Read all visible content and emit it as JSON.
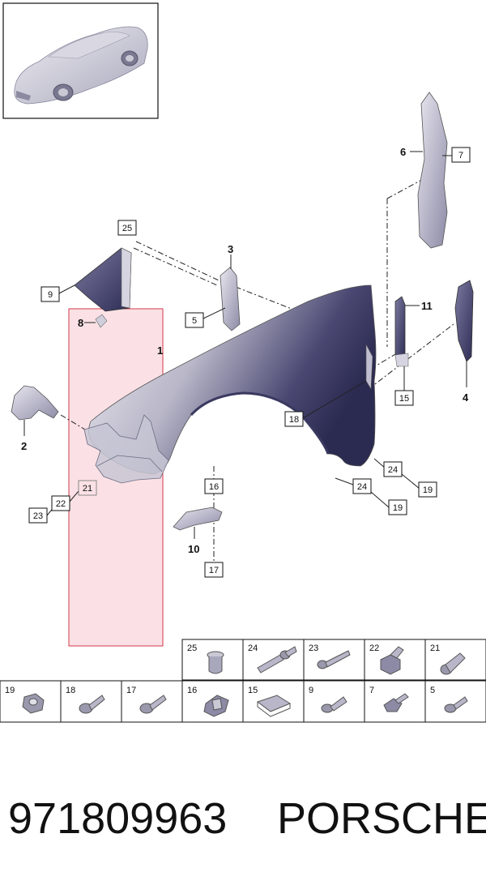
{
  "callouts": {
    "c1": "1",
    "c2": "2",
    "c3": "3",
    "c4": "4",
    "c5": "5",
    "c6": "6",
    "c7": "7",
    "c8": "8",
    "c9": "9",
    "c10": "10",
    "c11": "11",
    "c15": "15",
    "c16": "16",
    "c17": "17",
    "c18": "18",
    "c19a": "19",
    "c19b": "19",
    "c21": "21",
    "c22": "22",
    "c23": "23",
    "c24a": "24",
    "c24b": "24",
    "c25": "25"
  },
  "fastener_table": {
    "top_row": [
      "25",
      "24",
      "23",
      "22",
      "21"
    ],
    "bottom_row": [
      "19",
      "18",
      "17",
      "16",
      "15",
      "9",
      "7",
      "5"
    ]
  },
  "footer": {
    "part_number": "971809963",
    "brand": "PORSCHE"
  },
  "colors": {
    "panel_dark": "#2e2d55",
    "panel_light": "#e6e4ec",
    "highlight_fill": "#f7c9cf",
    "highlight_stroke": "#d23a4a"
  }
}
